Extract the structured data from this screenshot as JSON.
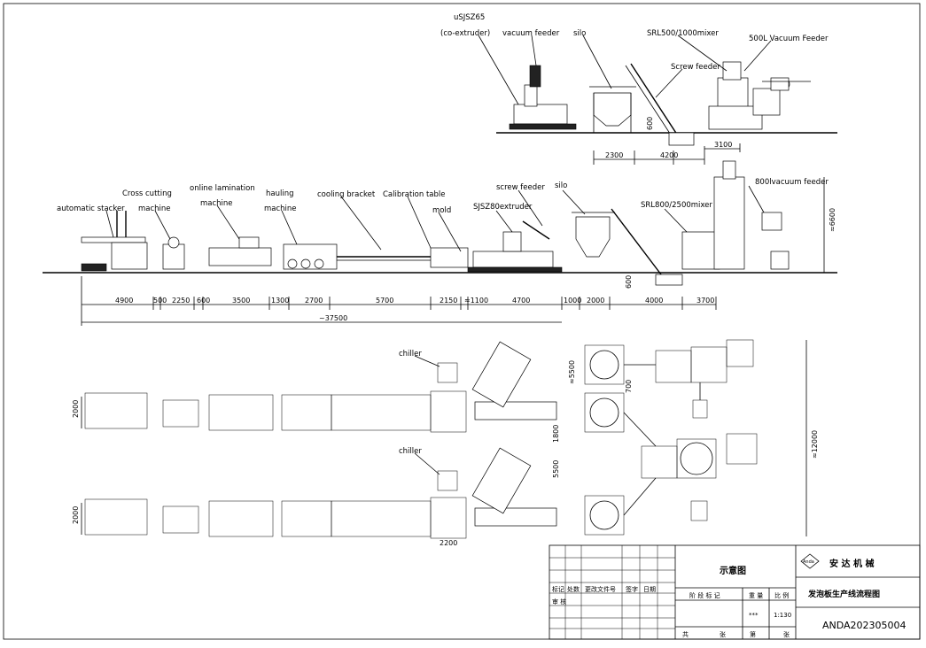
{
  "labels": {
    "co_extruder_model": "uSJSZ65",
    "co_extruder": "(co-extruder)",
    "vacuum_feeder_top": "vacuum feeder",
    "silo_top": "silo",
    "mixer_top": "SRL500/1000mixer",
    "vacuum_feeder_500": "500L Vacuum Feeder",
    "screw_feeder_top": "Screw feeder",
    "automatic_stacker": "automatic stacker",
    "cross_cutting_1": "Cross cutting",
    "cross_cutting_2": "machine",
    "online_lamination_1": "online lamination",
    "online_lamination_2": "machine",
    "hauling_1": "hauling",
    "hauling_2": "machine",
    "cooling_bracket": "cooling bracket",
    "calibration_table": "Calibration table",
    "mold": "mold",
    "main_extruder": "SJSZ80extruder",
    "screw_feeder_mid": "screw feeder",
    "silo_mid": "silo",
    "mixer_mid": "SRL800/2500mixer",
    "vacuum_feeder_800": "800lvacuum feeder",
    "chiller_1": "chiller",
    "chiller_2": "chiller"
  },
  "dims_top": [
    "2300",
    "4200",
    "3100",
    "600"
  ],
  "dims_mid": [
    "4900",
    "500",
    "2250",
    "600",
    "3500",
    "1300",
    "2700",
    "5700",
    "2150",
    "≈1100",
    "4700",
    "1000",
    "2000",
    "4000",
    "3700"
  ],
  "dims_mid_other": {
    "height": "≈6600",
    "pit": "600",
    "total": "~37500"
  },
  "dims_plan": {
    "width_1": "2000",
    "width_2": "2000",
    "total_height": "≈12000",
    "a": "≈5500",
    "b": "5500",
    "c": "1800",
    "d": "700",
    "e": "2200"
  },
  "title_block": {
    "company": "安 达 机 械",
    "logo_text": "Anda",
    "drawing_type": "示意图",
    "drawing_title": "发泡板生产线流程图",
    "scale": "1:130",
    "drawing_number": "ANDA202305004",
    "row_labels": [
      "标记",
      "处数",
      "更改文件号",
      "签字",
      "日期"
    ],
    "col_labels": [
      "阶 段 标 记",
      "重 量",
      "比 例"
    ],
    "footer": [
      "共",
      "张",
      "第",
      "张"
    ],
    "footer_left": "审 核",
    "weight_val": "***"
  }
}
